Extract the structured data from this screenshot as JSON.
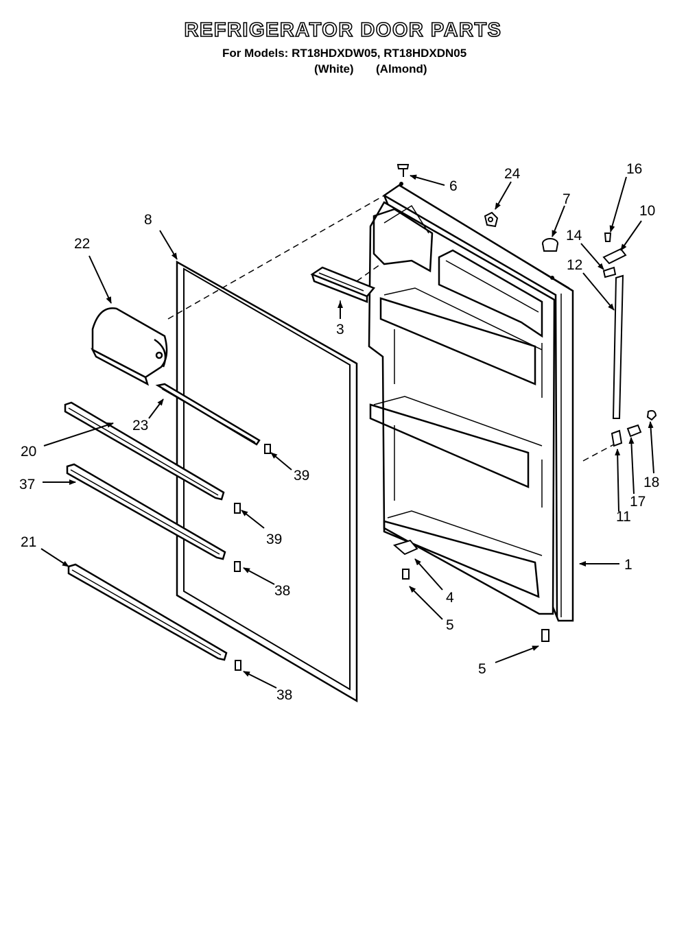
{
  "header": {
    "title": "REFRIGERATOR DOOR PARTS",
    "models_prefix": "For Models:",
    "model_1": "RT18HDXDW05",
    "model_2": "RT18HDXDN05",
    "variant_1": "(White)",
    "variant_2": "(Almond)"
  },
  "callouts": {
    "c1": "1",
    "c3": "3",
    "c4": "4",
    "c5a": "5",
    "c5b": "5",
    "c6": "6",
    "c7": "7",
    "c8": "8",
    "c10": "10",
    "c11": "11",
    "c12": "12",
    "c14": "14",
    "c16": "16",
    "c17": "17",
    "c18": "18",
    "c20": "20",
    "c21": "21",
    "c22": "22",
    "c23": "23",
    "c24": "24",
    "c37": "37",
    "c38a": "38",
    "c38b": "38",
    "c39a": "39",
    "c39b": "39"
  }
}
